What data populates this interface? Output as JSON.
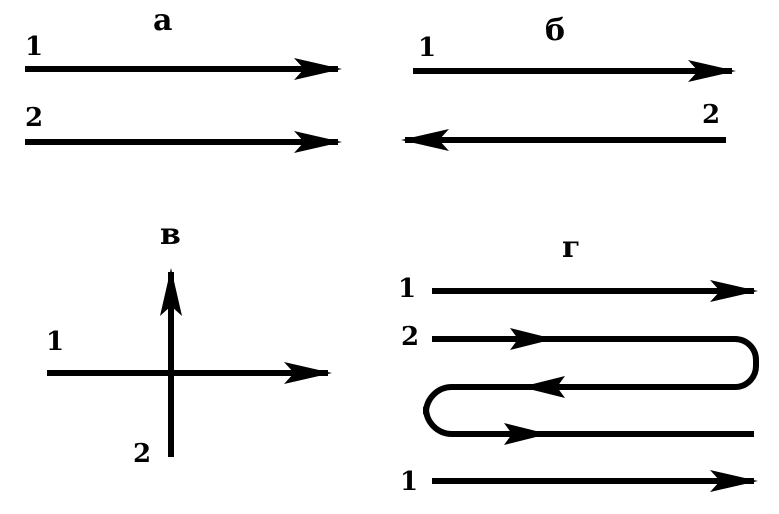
{
  "panels": {
    "a": {
      "letter": "а",
      "line1_label": "1",
      "line2_label": "2"
    },
    "b": {
      "letter": "б",
      "line1_label": "1",
      "line2_label": "2"
    },
    "v": {
      "letter": "в",
      "line1_label": "1",
      "line2_label": "2"
    },
    "g": {
      "letter": "г",
      "top_label": "1",
      "loop_label": "2",
      "bottom_label": "1"
    }
  },
  "colors": {
    "ink": "#000000",
    "background": "#ffffff"
  }
}
